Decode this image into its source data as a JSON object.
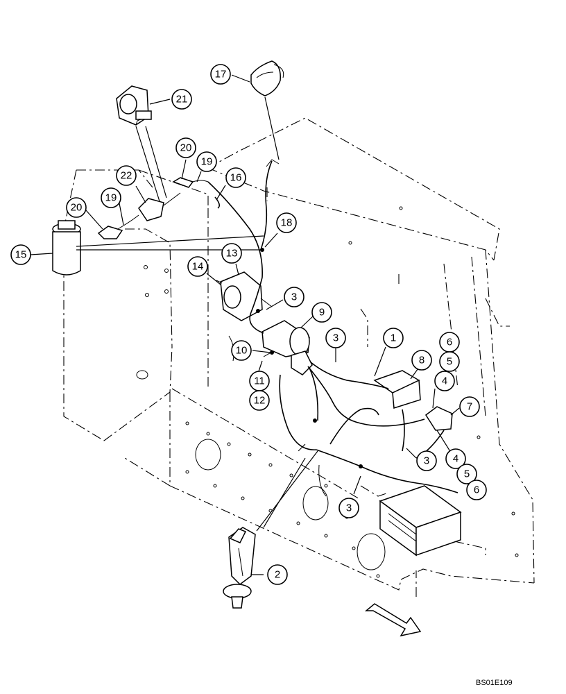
{
  "diagram": {
    "code": "BS01E109",
    "callouts": [
      {
        "id": "c17",
        "label": "17"
      },
      {
        "id": "c21",
        "label": "21"
      },
      {
        "id": "c20a",
        "label": "20"
      },
      {
        "id": "c19a",
        "label": "19"
      },
      {
        "id": "c16",
        "label": "16"
      },
      {
        "id": "c22",
        "label": "22"
      },
      {
        "id": "c20b",
        "label": "20"
      },
      {
        "id": "c19b",
        "label": "19"
      },
      {
        "id": "c18",
        "label": "18"
      },
      {
        "id": "c15",
        "label": "15"
      },
      {
        "id": "c13",
        "label": "13"
      },
      {
        "id": "c14",
        "label": "14"
      },
      {
        "id": "c3a",
        "label": "3"
      },
      {
        "id": "c9",
        "label": "9"
      },
      {
        "id": "c3b",
        "label": "3"
      },
      {
        "id": "c1",
        "label": "1"
      },
      {
        "id": "c6a",
        "label": "6"
      },
      {
        "id": "c8",
        "label": "8"
      },
      {
        "id": "c5a",
        "label": "5"
      },
      {
        "id": "c10",
        "label": "10"
      },
      {
        "id": "c4a",
        "label": "4"
      },
      {
        "id": "c11",
        "label": "11"
      },
      {
        "id": "c12",
        "label": "12"
      },
      {
        "id": "c7",
        "label": "7"
      },
      {
        "id": "c3c",
        "label": "3"
      },
      {
        "id": "c4b",
        "label": "4"
      },
      {
        "id": "c5b",
        "label": "5"
      },
      {
        "id": "c6b",
        "label": "6"
      },
      {
        "id": "c3d",
        "label": "3"
      },
      {
        "id": "c2",
        "label": "2"
      }
    ]
  }
}
